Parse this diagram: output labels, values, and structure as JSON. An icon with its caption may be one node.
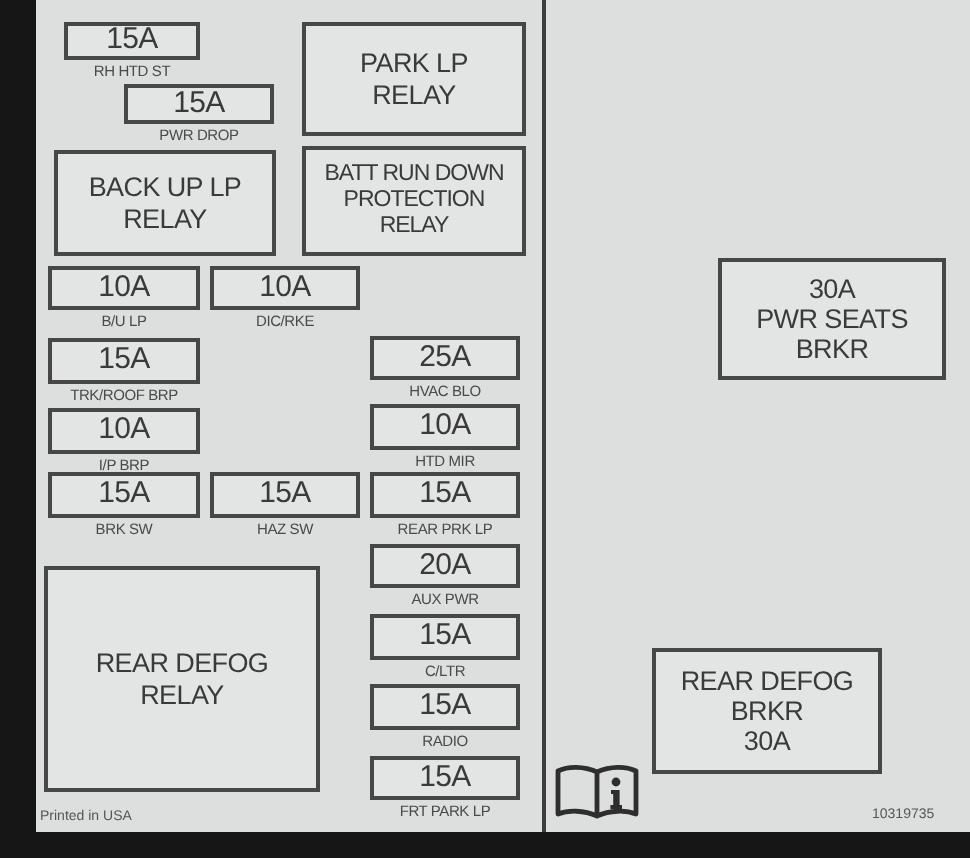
{
  "diagram": {
    "nodes": [
      {
        "text": [
          "15A"
        ],
        "beside": [
          "RH HTD ST"
        ]
      },
      {
        "text": [
          "PARK LP RELAY"
        ]
      },
      {
        "text": [
          "15A"
        ],
        "beside": [
          "PWR DROP"
        ]
      },
      {
        "text": [
          "BACK UP LP RELAY"
        ]
      },
      {
        "text": [
          "BATT RUN DOWN PROTECTION RELAY"
        ]
      },
      {
        "text": [
          "10A"
        ],
        "beside": [
          "B/U LP"
        ]
      },
      {
        "text": [
          "10A"
        ],
        "beside": [
          "DIC/RKE"
        ]
      },
      {
        "text": [
          "15A"
        ],
        "beside": [
          "TRK/ROOF BRP"
        ]
      },
      {
        "text": [
          "25A"
        ],
        "beside": [
          "HVAC BLO"
        ]
      },
      {
        "text": [
          "10A"
        ],
        "beside": [
          "I/P BRP"
        ]
      },
      {
        "text": [
          "10A"
        ],
        "beside": [
          "HTD MIR"
        ]
      },
      {
        "text": [
          "15A"
        ],
        "beside": [
          "BRK SW"
        ]
      },
      {
        "text": [
          "15A"
        ],
        "beside": [
          "HAZ SW"
        ]
      },
      {
        "text": [
          "15A"
        ],
        "beside": [
          "REAR PRK LP"
        ]
      },
      {
        "text": [
          "20A"
        ],
        "beside": [
          "AUX PWR"
        ]
      },
      {
        "text": [
          "REAR DEFOG RELAY"
        ]
      },
      {
        "text": [
          "15A"
        ],
        "beside": [
          "C/LTR"
        ]
      },
      {
        "text": [
          "15A"
        ],
        "beside": [
          "RADIO"
        ]
      },
      {
        "text": [
          "15A"
        ],
        "beside": [
          "FRT PARK LP"
        ]
      },
      {
        "text": [
          "30A PWR SEATS BRKR"
        ]
      },
      {
        "text": [
          "REAR DEFOG BRKR 30A"
        ]
      }
    ],
    "labels": [
      "Printed in USA",
      "10319735"
    ]
  }
}
